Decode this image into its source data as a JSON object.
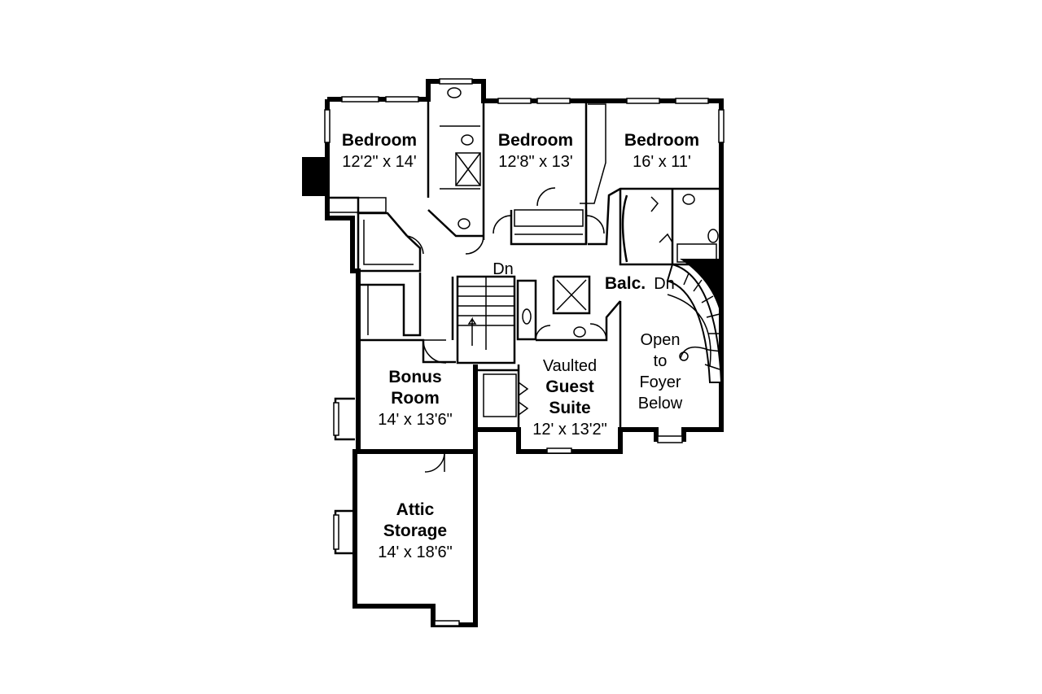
{
  "rooms": {
    "bedroom_west": {
      "name": "Bedroom",
      "size": "12'2\" x 14'"
    },
    "bedroom_center": {
      "name": "Bedroom",
      "size": "12'8\" x 13'"
    },
    "bedroom_east": {
      "name": "Bedroom",
      "size": "16' x 11'"
    },
    "bonus_room": {
      "name_line1": "Bonus",
      "name_line2": "Room",
      "size": "14' x 13'6\""
    },
    "attic_storage": {
      "name_line1": "Attic",
      "name_line2": "Storage",
      "size": "14' x 18'6\""
    },
    "guest_suite": {
      "prefix": "Vaulted",
      "name_line1": "Guest",
      "name_line2": "Suite",
      "size": "12' x 13'2\""
    },
    "open_foyer": {
      "line1": "Open",
      "line2": "to",
      "line3": "Foyer",
      "line4": "Below"
    }
  },
  "labels": {
    "stair_down": "Dn",
    "balcony": "Balc.",
    "balcony_down": "Dn"
  }
}
